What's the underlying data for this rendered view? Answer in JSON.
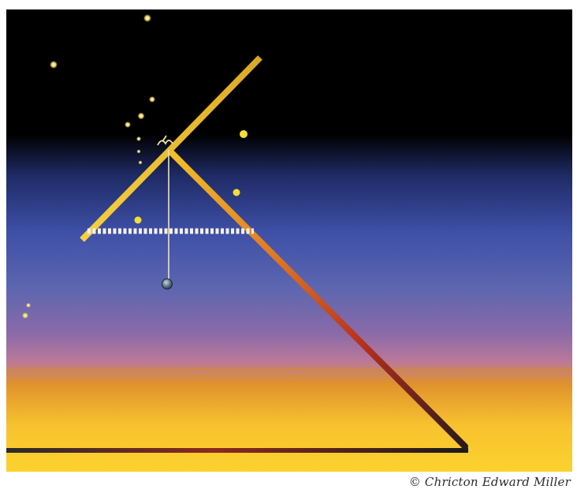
{
  "credit": "© Chricton Edward Miller",
  "colors": {
    "sky_top": "#000000",
    "sky_blue": "#3d4fa6",
    "sky_violet": "#8a6aa8",
    "sky_orange": "#e0922c",
    "sky_yellow": "#fbd22e",
    "beam_gold": "#f2c227",
    "beam_red": "#b8301e",
    "base_black": "#222222",
    "plumb_bob": "#5b6e84"
  },
  "icons": [
    "star",
    "plumb-bob",
    "small-glyph"
  ]
}
